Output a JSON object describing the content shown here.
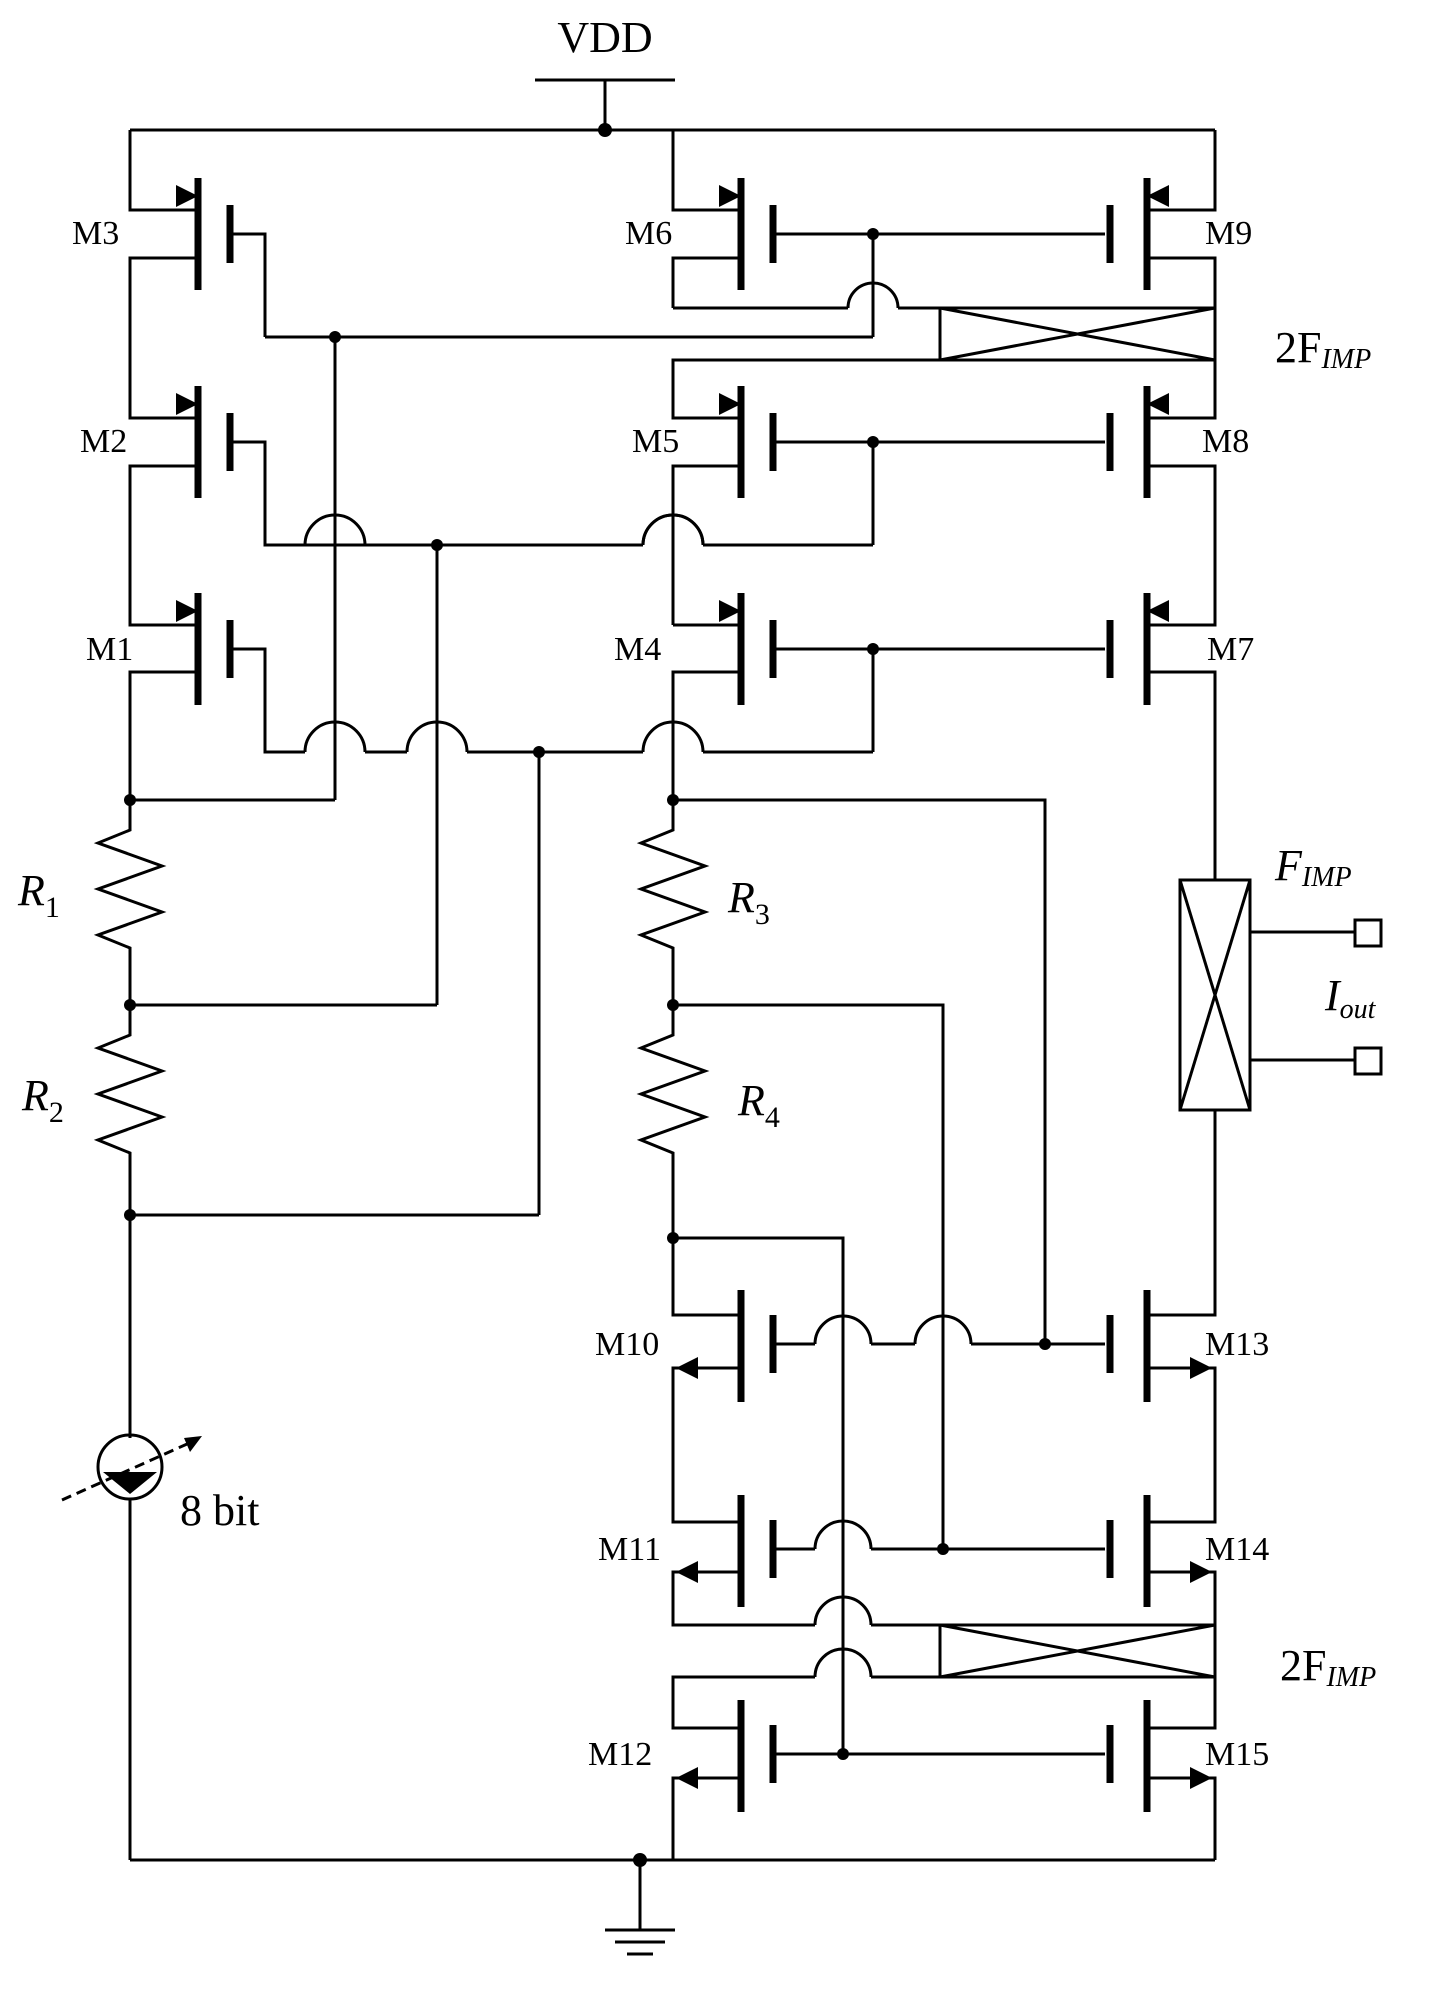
{
  "supply": "VDD",
  "transistors": {
    "m1": "M1",
    "m2": "M2",
    "m3": "M3",
    "m4": "M4",
    "m5": "M5",
    "m6": "M6",
    "m7": "M7",
    "m8": "M8",
    "m9": "M9",
    "m10": "M10",
    "m11": "M11",
    "m12": "M12",
    "m13": "M13",
    "m14": "M14",
    "m15": "M15"
  },
  "resistors": {
    "r1": {
      "letter": "R",
      "sub": "1"
    },
    "r2": {
      "letter": "R",
      "sub": "2"
    },
    "r3": {
      "letter": "R",
      "sub": "3"
    },
    "r4": {
      "letter": "R",
      "sub": "4"
    }
  },
  "current_source": "8 bit",
  "chopper_top": {
    "prefix": "2F",
    "sub": "IMP"
  },
  "chopper_bottom": {
    "prefix": "2F",
    "sub": "IMP"
  },
  "chopper_out": {
    "letter": "F",
    "sub": "IMP"
  },
  "output": {
    "letter": "I",
    "sub": "out"
  }
}
